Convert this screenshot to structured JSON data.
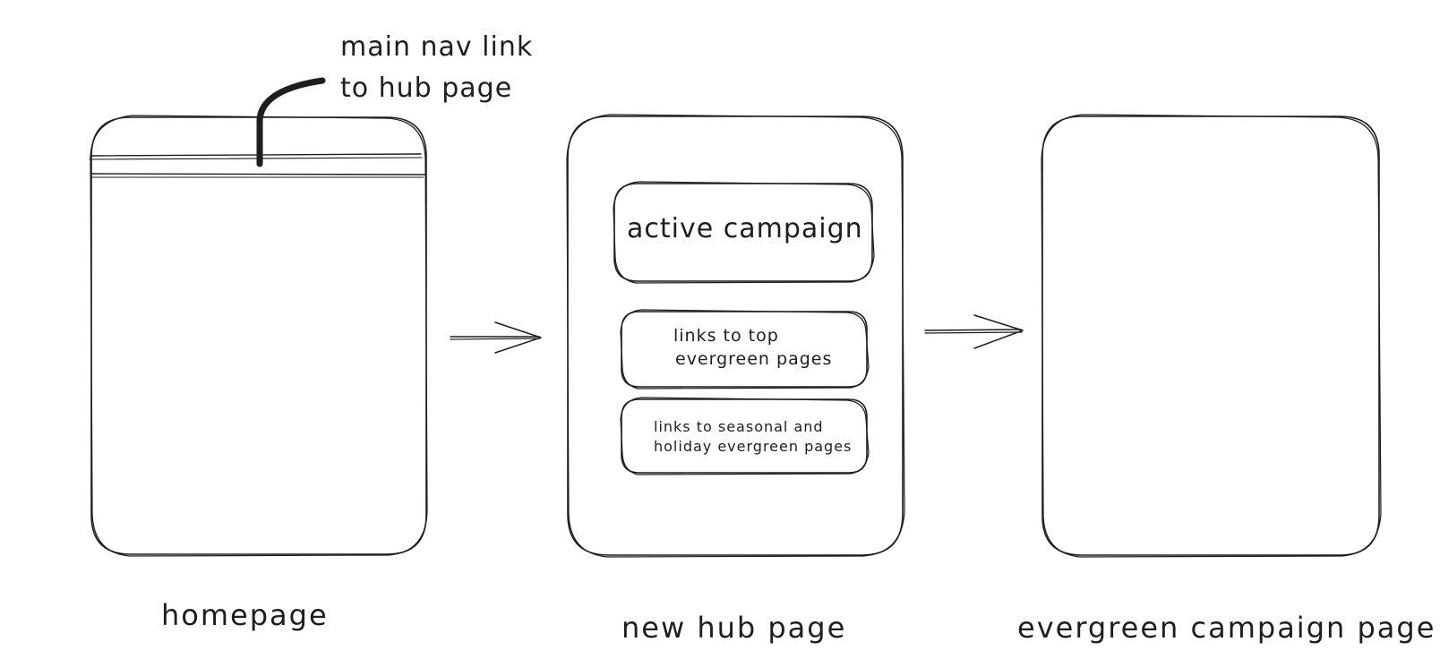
{
  "annotation": {
    "line1": "main nav link",
    "line2": "to hub page"
  },
  "pages": {
    "homepage": {
      "caption": "homepage"
    },
    "hub": {
      "caption": "new hub page",
      "active_campaign": "active campaign",
      "top_links": {
        "line1": "links to top",
        "line2": "evergreen pages"
      },
      "seasonal_links": {
        "line1": "links to seasonal and",
        "line2": "holiday evergreen pages"
      }
    },
    "evergreen": {
      "caption": "evergreen campaign page"
    }
  },
  "colors": {
    "stroke": "#1e1e1e",
    "background": "#ffffff"
  }
}
